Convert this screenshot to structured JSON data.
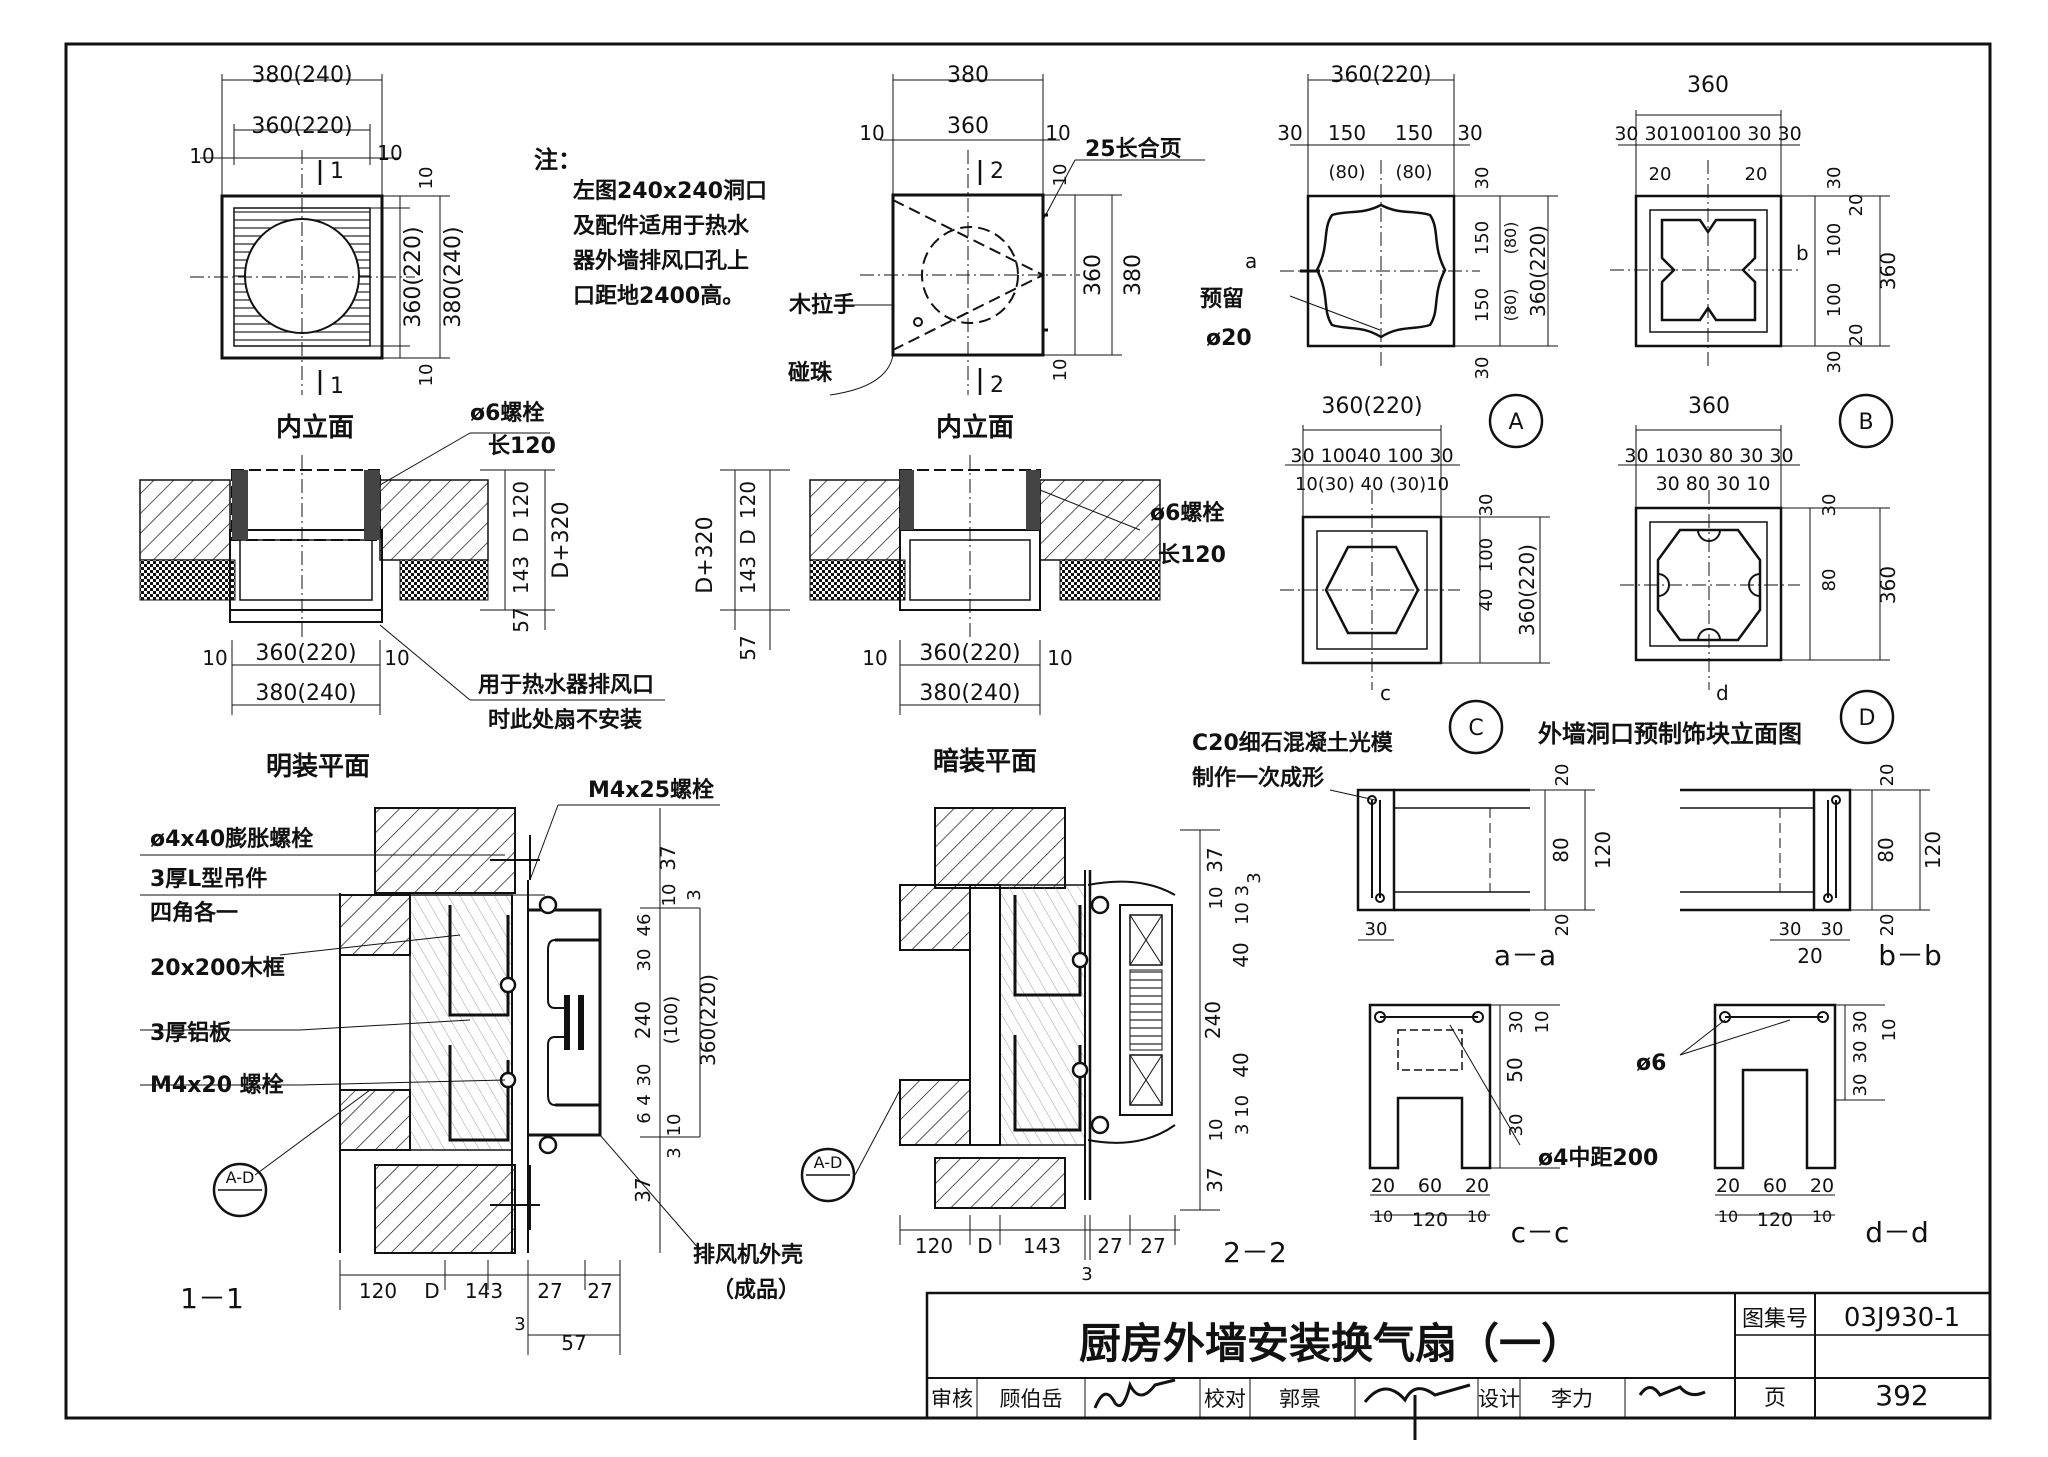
{
  "title_block": {
    "title": "厨房外墙安装换气扇（一）",
    "atlas_label": "图集号",
    "atlas_no": "03J930-1",
    "page_label": "页",
    "page_no": "392",
    "review_label": "审核",
    "reviewer": "顾伯岳",
    "check_label": "校对",
    "checker": "郭景",
    "design_label": "设计",
    "designer": "李力"
  },
  "note": {
    "heading": "注：",
    "lines": [
      "左图240x240洞口",
      "及配件适用于热水",
      "器外墙排风口孔上",
      "口距地2400高。"
    ]
  },
  "view_titles": {
    "inner_elev_1": "内立面",
    "inner_elev_2": "内立面",
    "exposed_plan": "明装平面",
    "concealed_plan": "暗装平面",
    "precast_title": "外墙洞口预制饰块立面图",
    "sec_11": "1－1",
    "sec_22": "2－2",
    "sec_aa": "a－a",
    "sec_bb": "b－b",
    "sec_cc": "c－c",
    "sec_dd": "d－d"
  },
  "callouts": {
    "hinge": "25长合页",
    "wood_handle": "木拉手",
    "bead": "碰珠",
    "bolt6_1": "ø6螺栓",
    "len120_1": "长120",
    "bolt6_2": "ø6螺栓",
    "len120_2": "长120",
    "heater_1": "用于热水器排风口",
    "heater_2": "时此处扇不安装",
    "reserve": "预留",
    "reserve_dia": "ø20",
    "c20_1": "C20细石混凝土光模",
    "c20_2": "制作一次成形",
    "m4x25": "M4x25螺栓",
    "exp_bolt": "ø4x40膨胀螺栓",
    "l_hanger": "3厚L型吊件",
    "four_corners": "四角各一",
    "wood_frame": "20x200木框",
    "alu_plate": "3厚铝板",
    "m4x20": "M4x20 螺栓",
    "fan_shell": "排风机外壳",
    "finished": "（成品）",
    "rebar4": "ø4中距200",
    "rebar6": "ø6",
    "ref_ad_1": "A-D",
    "ref_ad_2": "A-D"
  },
  "markers": {
    "A": "A",
    "B": "B",
    "C": "C",
    "D": "D",
    "a": "a",
    "b": "b",
    "c": "c",
    "d": "d"
  },
  "dims": {
    "e1_top": "380(240)",
    "e1_inner": "360(220)",
    "e1_10a": "10",
    "e1_10b": "10",
    "e1_r1": "360(220)",
    "e1_r2": "380(240)",
    "e1_10c": "10",
    "e1_10d": "10",
    "e1_sec": "1",
    "e2_top": "380",
    "e2_inner": "360",
    "e2_10a": "10",
    "e2_10b": "10",
    "e2_r1": "360",
    "e2_r2": "380",
    "e2_10c": "10",
    "e2_10d": "10",
    "e2_sec": "2",
    "p1_b1": "360(220)",
    "p1_b2": "380(240)",
    "p1_10a": "10",
    "p1_10b": "10",
    "p1_r1": "120",
    "p1_r2": "D",
    "p1_r3": "143",
    "p1_r4": "57",
    "p1_r5": "D+320",
    "p2_b1": "360(220)",
    "p2_b2": "380(240)",
    "p2_10a": "10",
    "p2_10b": "10",
    "p2_l1": "D+320",
    "p2_l2": "120",
    "p2_l3": "D",
    "p2_l4": "143",
    "p2_l5": "57",
    "A_top": "360(220)",
    "A_30a": "30",
    "A_150a": "150",
    "A_150b": "150",
    "A_30b": "30",
    "A_80a": "(80)",
    "A_80b": "(80)",
    "A_r1": "30",
    "A_r2": "150",
    "A_r3": "(80)",
    "A_r4": "150",
    "A_r5": "(80)",
    "A_r6": "360(220)",
    "A_r7": "30",
    "B_top": "360",
    "B_row": "30  30100100 30  30",
    "B_20a": "20",
    "B_20b": "20",
    "B_r1": "30",
    "B_r2": "20",
    "B_r3": "100",
    "B_r4": "100",
    "B_r5": "360",
    "B_r6": "20",
    "B_r7": "30",
    "C_top": "360(220)",
    "C_row1": "30  10040 100  30",
    "C_row2": "10(30) 40 (30)10",
    "C_r1": "30",
    "C_r2": "100",
    "C_r3": "40",
    "C_r4": "360(220)",
    "D_top": "360",
    "D_row1": "30 1030  80 30  30",
    "D_row2": "30 80  30 10",
    "D_r1": "30",
    "D_r2": "80",
    "D_r3": "360",
    "s11_37a": "37",
    "s11_10": "10",
    "s11_3a": "3",
    "s11_46": "46",
    "s11_30a": "30",
    "s11_240": "240",
    "s11_100": "(100)",
    "s11_30b": "30",
    "s11_4": "4",
    "s11_6": "6",
    "s11_10b": "10",
    "s11_3b": "3",
    "s11_37b": "37",
    "s11_360": "360(220)",
    "s11_b120": "120",
    "s11_bD": "D",
    "s11_b143": "143",
    "s11_b27a": "27",
    "s11_b27b": "27",
    "s11_b3": "3",
    "s11_b57": "57",
    "s22_37a": "37",
    "s22_3": "3",
    "s22_10a": "10",
    "s22_10b": "10 3",
    "s22_40a": "40",
    "s22_240": "240",
    "s22_40b": "40",
    "s22_3b": "3 10",
    "s22_10c": "10",
    "s22_37b": "37",
    "s22_b120": "120",
    "s22_bD": "D",
    "s22_b143": "143",
    "s22_b27a": "27",
    "s22_b27b": "27",
    "s22_b3": "3",
    "aa_20a": "20",
    "aa_80": "80",
    "aa_20b": "20",
    "aa_120": "120",
    "aa_30": "30",
    "bb_20a": "20",
    "bb_80": "80",
    "bb_20b": "20",
    "bb_120": "120",
    "bb_30a": "30",
    "bb_30b": "30",
    "bb_20c": "20",
    "cc_30": "30",
    "cc_10": "10",
    "cc_50": "50",
    "cc_30b": "30",
    "cc_20a": "20",
    "cc_60": "60",
    "cc_20b": "20",
    "cc_10a": "10",
    "cc_120": "120",
    "cc_10b": "10",
    "dd_30a": "30",
    "dd_10": "10",
    "dd_30b": "30",
    "dd_30c": "30",
    "dd_20a": "20",
    "dd_60": "60",
    "dd_20b": "20",
    "dd_10a": "10",
    "dd_120": "120",
    "dd_10b": "10"
  }
}
